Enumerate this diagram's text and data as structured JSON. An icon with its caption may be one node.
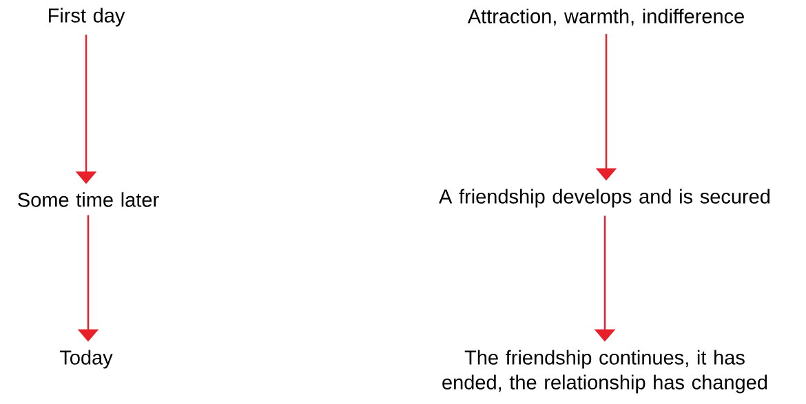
{
  "diagram": {
    "nodes": [
      {
        "text": [
          "First day"
        ]
      },
      {
        "text": [
          "Some time later"
        ]
      },
      {
        "text": [
          "Today"
        ]
      },
      {
        "text": [
          "Attraction, warmth, indifference"
        ]
      },
      {
        "text": [
          "A friendship develops and is secured"
        ]
      },
      {
        "text": [
          "The friendship continues, it has ended, the relationship has changed"
        ]
      }
    ],
    "edges": [
      {
        "from": 0,
        "to": 1,
        "arrow": "to"
      },
      {
        "from": 1,
        "to": 2,
        "arrow": "to"
      },
      {
        "from": 3,
        "to": 4,
        "arrow": "to"
      },
      {
        "from": 4,
        "to": 5,
        "arrow": "to"
      }
    ]
  }
}
